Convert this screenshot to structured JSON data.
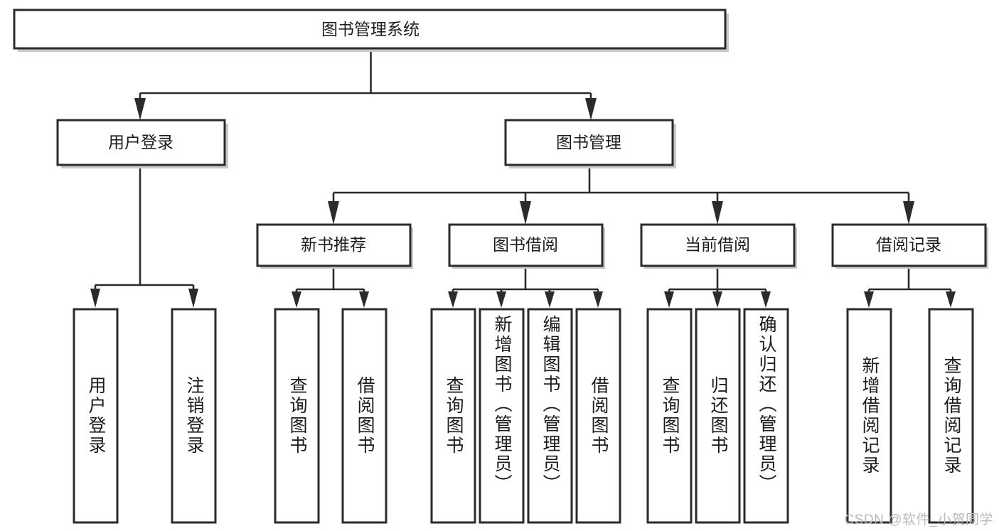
{
  "diagram": {
    "type": "tree",
    "title_node": "图书管理系统",
    "watermark": "CSDN @软件_小贺同学",
    "colors": {
      "box_stroke": "#2b2b2b",
      "box_fill": "#ffffff",
      "connector": "#2b2b2b",
      "shadow": "#c9c9c9",
      "watermark": "#b9b9b9",
      "background": "#ffffff"
    },
    "levels": [
      {
        "level": 1,
        "nodes": [
          "图书管理系统"
        ]
      },
      {
        "level": 2,
        "nodes": [
          "用户登录",
          "图书管理"
        ]
      },
      {
        "level": 3,
        "nodes": [
          "新书推荐",
          "图书借阅",
          "当前借阅",
          "借阅记录"
        ]
      },
      {
        "level": 4,
        "nodes": [
          "用户登录",
          "注销登录",
          "查询图书",
          "借阅图书",
          "查询图书",
          "新增图书（管理员）",
          "编辑图书（管理员）",
          "借阅图书",
          "查询图书",
          "归还图书",
          "确认归还（管理员）",
          "新增借阅记录",
          "查询借阅记录"
        ]
      }
    ],
    "root": {
      "label": "图书管理系统",
      "children": [
        {
          "label": "用户登录",
          "children": [
            {
              "label": "用户登录"
            },
            {
              "label": "注销登录"
            }
          ]
        },
        {
          "label": "图书管理",
          "children": [
            {
              "label": "新书推荐",
              "children": [
                {
                  "label": "查询图书"
                },
                {
                  "label": "借阅图书"
                }
              ]
            },
            {
              "label": "图书借阅",
              "children": [
                {
                  "label": "查询图书"
                },
                {
                  "label": "新增图书（管理员）"
                },
                {
                  "label": "编辑图书（管理员）"
                },
                {
                  "label": "借阅图书"
                }
              ]
            },
            {
              "label": "当前借阅",
              "children": [
                {
                  "label": "查询图书"
                },
                {
                  "label": "归还图书"
                },
                {
                  "label": "确认归还（管理员）"
                }
              ]
            },
            {
              "label": "借阅记录",
              "children": [
                {
                  "label": "新增借阅记录"
                },
                {
                  "label": "查询借阅记录"
                }
              ]
            }
          ]
        }
      ]
    },
    "nodes": {
      "root": "图书管理系统",
      "l2_user_login": "用户登录",
      "l2_book_mgmt": "图书管理",
      "l3_new_book": "新书推荐",
      "l3_book_borrow": "图书借阅",
      "l3_current_borrow": "当前借阅",
      "l3_borrow_record": "借阅记录",
      "leaf_user_login": "用户登录",
      "leaf_logout": "注销登录",
      "leaf_nb_query": "查询图书",
      "leaf_nb_borrow": "借阅图书",
      "leaf_bb_query": "查询图书",
      "leaf_bb_add": "新增图书（管理员）",
      "leaf_bb_edit": "编辑图书（管理员）",
      "leaf_bb_borrow": "借阅图书",
      "leaf_cb_query": "查询图书",
      "leaf_cb_return": "归还图书",
      "leaf_cb_confirm": "确认归还（管理员）",
      "leaf_br_add": "新增借阅记录",
      "leaf_br_query": "查询借阅记录"
    }
  }
}
